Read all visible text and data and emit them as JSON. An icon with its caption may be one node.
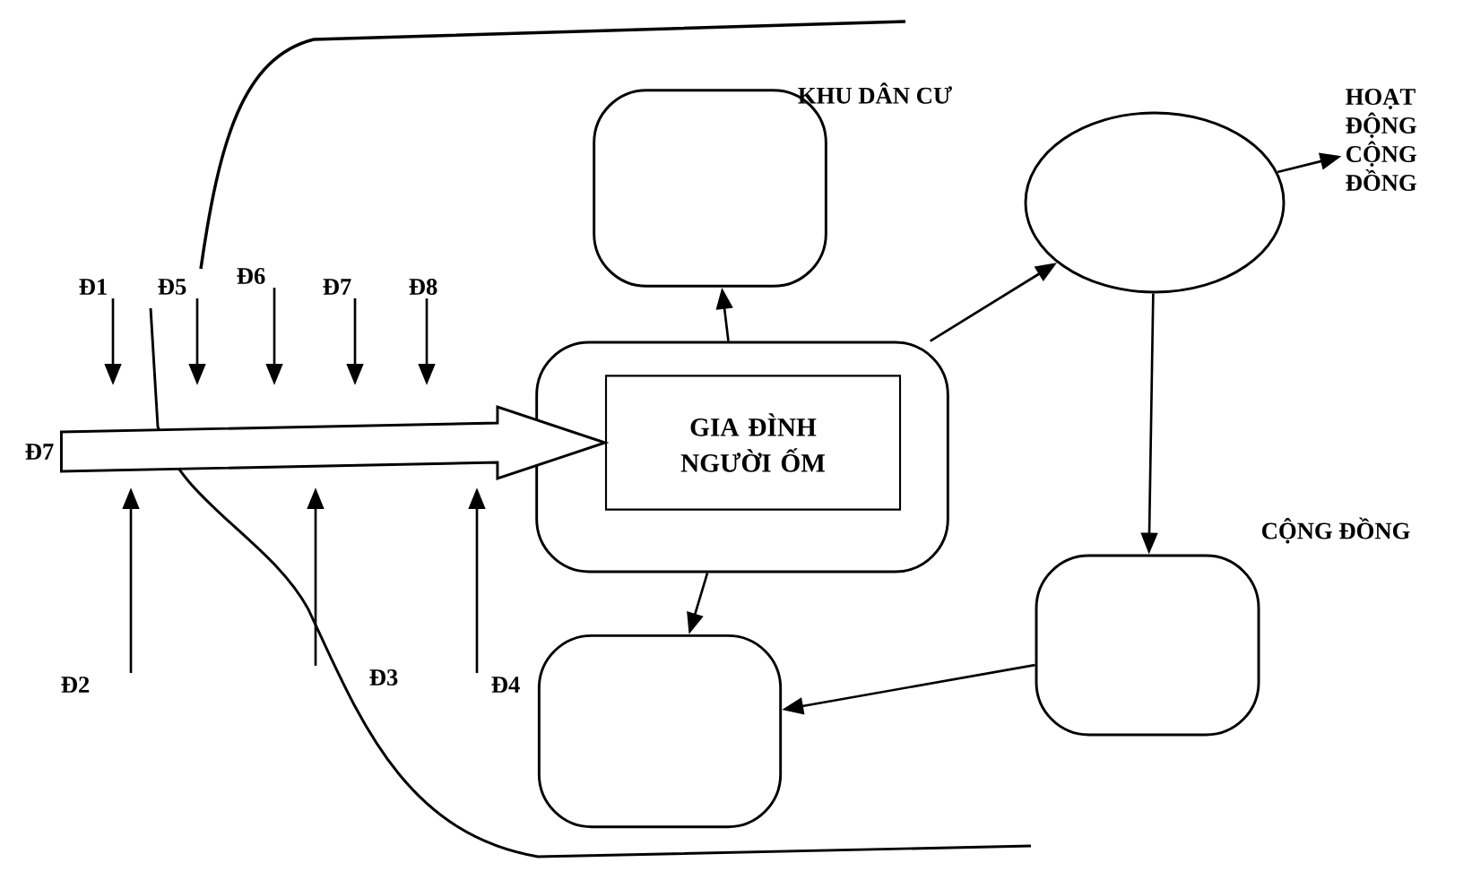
{
  "diagram": {
    "nodes": [
      {
        "text": [],
        "shape": "box"
      },
      {
        "text": [
          "GIA ĐÌNH NGƯỜI ỐM"
        ],
        "in": 0
      },
      {
        "text": [],
        "shape": "box"
      },
      {
        "text": [],
        "shape": "circle"
      },
      {
        "text": [
          "HOẠT ĐỘNG CỘNG ĐỒNG"
        ]
      },
      {
        "text": [],
        "shape": "box"
      },
      {
        "text": [],
        "shape": "box"
      },
      {
        "text": [
          "Đ1"
        ]
      },
      {
        "text": [
          "Đ5"
        ]
      },
      {
        "text": [
          "Đ6"
        ]
      },
      {
        "text": [
          "Đ7"
        ]
      },
      {
        "text": [
          "Đ8"
        ]
      },
      {
        "text": [
          "Đ7"
        ]
      },
      {
        "text": [
          "Đ2"
        ]
      },
      {
        "text": [
          "Đ3"
        ]
      },
      {
        "text": [
          "Đ4"
        ]
      }
    ],
    "edges": [
      {
        "from": 12,
        "to": 1,
        "arrow": "to",
        "style": "thick"
      },
      {
        "from": 0,
        "to": 2,
        "arrow": "to"
      },
      {
        "from": 0,
        "to": 3,
        "arrow": "to"
      },
      {
        "from": 3,
        "to": 4,
        "arrow": "to"
      },
      {
        "from": 3,
        "to": 5,
        "arrow": "to"
      },
      {
        "from": 0,
        "to": 6,
        "arrow": "to"
      },
      {
        "from": 5,
        "to": 6,
        "arrow": "to"
      },
      {
        "from": 7,
        "to": null,
        "arrow": "to"
      },
      {
        "from": 8,
        "to": null,
        "arrow": "to"
      },
      {
        "from": 9,
        "to": null,
        "arrow": "to"
      },
      {
        "from": 10,
        "to": null,
        "arrow": "to"
      },
      {
        "from": 11,
        "to": null,
        "arrow": "to"
      },
      {
        "from": 13,
        "to": null,
        "arrow": "to"
      },
      {
        "from": 14,
        "to": null,
        "arrow": "to"
      },
      {
        "from": 15,
        "to": null,
        "arrow": "to"
      }
    ],
    "labels": [
      "KHU DÂN CƯ",
      "CỘNG ĐỒNG"
    ]
  }
}
